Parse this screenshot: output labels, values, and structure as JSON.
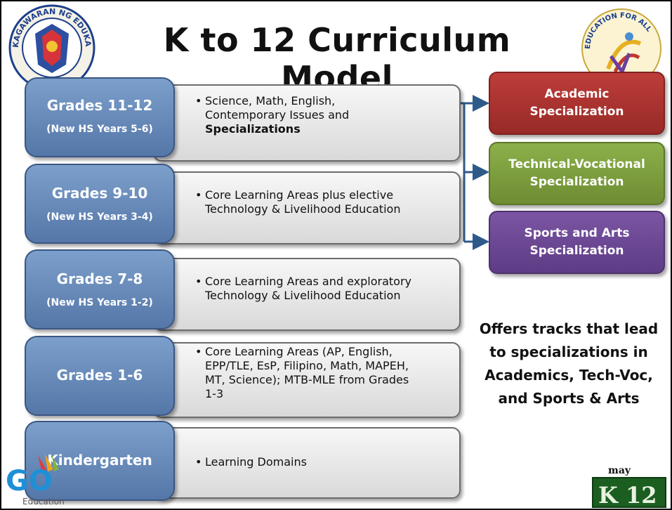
{
  "title": "K to 12 Curriculum Model",
  "left_seal_text": "KAGAWARAN NG EDUKASYON",
  "right_seal_text": "EDUCATION FOR ALL",
  "stages": [
    {
      "grade": "Grades 11-12",
      "sub": "(New HS Years 5-6)",
      "bullet_lines": [
        "Science, Math, English,",
        "Contemporary Issues and"
      ],
      "bullet_bold": "Specializations"
    },
    {
      "grade": "Grades 9-10",
      "sub": "(New HS Years 3-4)",
      "bullet_lines": [
        "Core Learning Areas plus elective",
        "Technology & Livelihood Education"
      ]
    },
    {
      "grade": "Grades 7-8",
      "sub": "(New HS Years 1-2)",
      "bullet_lines": [
        "Core Learning Areas and exploratory",
        "Technology & Livelihood Education"
      ]
    },
    {
      "grade": "Grades 1-6",
      "sub": "",
      "bullet_lines": [
        "Core Learning Areas (AP, English,",
        "EPP/TLE, EsP, Filipino, Math, MAPEH,",
        "MT, Science); MTB-MLE from Grades",
        "1-3"
      ]
    },
    {
      "grade": "Kindergarten",
      "sub": "",
      "bullet_lines": [
        "Learning Domains"
      ]
    }
  ],
  "tracks": [
    {
      "line1": "Academic",
      "line2": "Specialization",
      "color": "#a8302d"
    },
    {
      "line1": "Technical-Vocational",
      "line2": "Specialization",
      "color": "#7a9a3a"
    },
    {
      "line1": "Sports and Arts",
      "line2": "Specialization",
      "color": "#6a4690"
    }
  ],
  "offers_lines": [
    "Offers tracks that lead",
    "to specializations in",
    "Academics, Tech-Voc,",
    "and Sports & Arts"
  ],
  "go_logo": {
    "text": "GO",
    "sub": "Education"
  },
  "k12_logo": {
    "top": "may",
    "main": "K 12"
  },
  "colors": {
    "grade_box": "#6b8fbf",
    "card": "#e6e6e6",
    "arrow": "#2e5a8a"
  }
}
